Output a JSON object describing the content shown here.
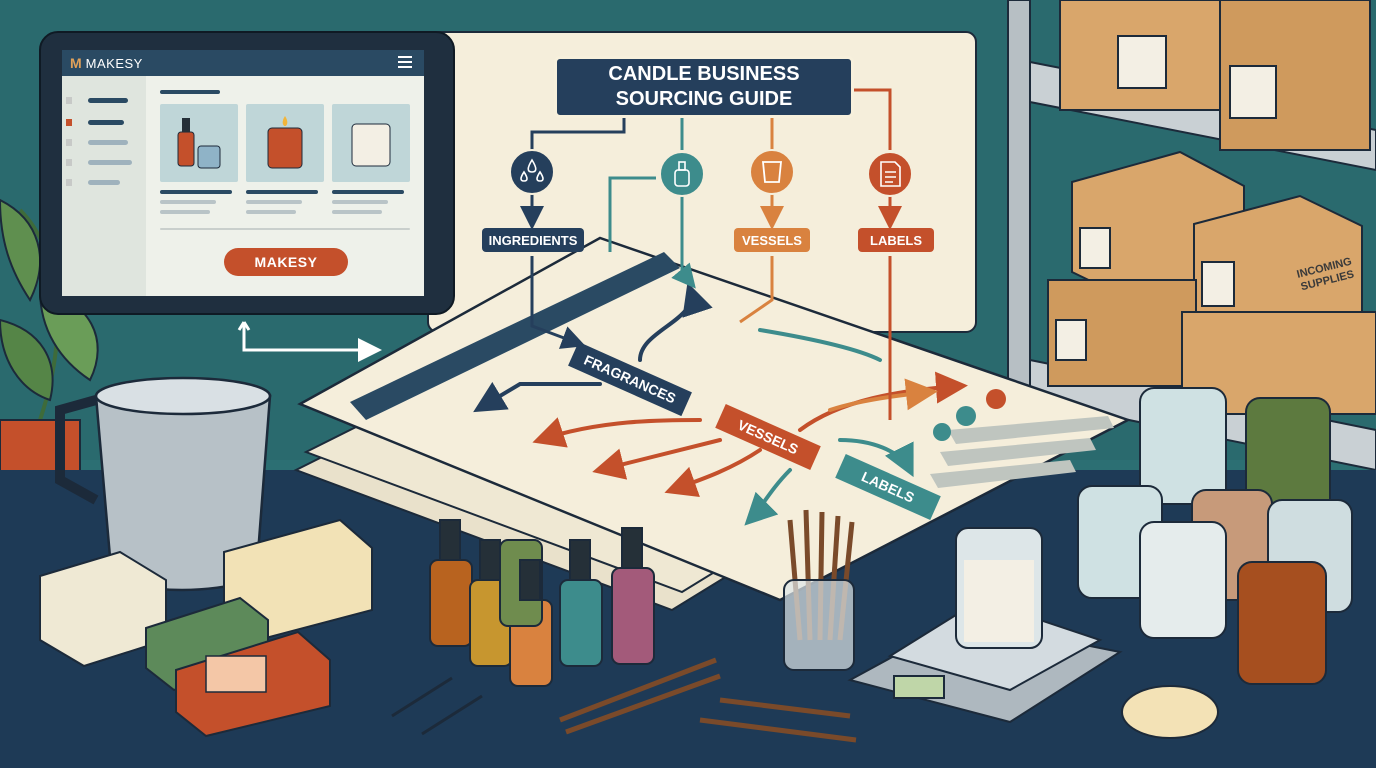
{
  "tablet": {
    "brand_mark": "M",
    "brand_name": "MAKESY",
    "button_label": "MAKESY"
  },
  "diagram": {
    "title_line1": "CANDLE BUSINESS",
    "title_line2": "SOURCING GUIDE",
    "categories": {
      "ingredients": "INGREDIENTS",
      "vessels": "VESSELS",
      "labels": "LABELS"
    },
    "document_tags": {
      "fragrances": "FRAGRANCES",
      "vessels": "VESSELS",
      "labels": "LABELS"
    }
  },
  "warehouse": {
    "box_label_line1": "INCOMING",
    "box_label_line2": "SUPPLIES"
  },
  "colors": {
    "teal_wall": "#2c6f73",
    "navy": "#253f5c",
    "rust": "#c4502b",
    "orange": "#d9823f",
    "teal_accent": "#3d8c8c",
    "paper": "#f5eedb",
    "cardboard": "#d9a66b",
    "table": "#1e3a56"
  },
  "icons": {
    "ingredients": "droplets-icon",
    "fragrances": "spray-bottle-icon",
    "vessels": "jar-icon",
    "labels": "document-icon",
    "menu": "hamburger-menu-icon"
  }
}
